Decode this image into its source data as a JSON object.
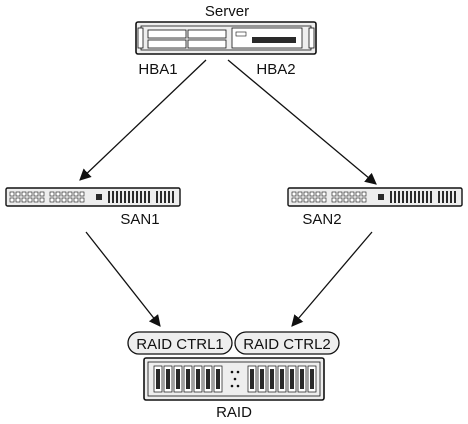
{
  "nodes": {
    "server": {
      "label": "Server"
    },
    "hba1": {
      "label": "HBA1"
    },
    "hba2": {
      "label": "HBA2"
    },
    "san1": {
      "label": "SAN1"
    },
    "san2": {
      "label": "SAN2"
    },
    "raid_ctrl1": {
      "label": "RAID CTRL1"
    },
    "raid_ctrl2": {
      "label": "RAID CTRL2"
    },
    "raid": {
      "label": "RAID"
    }
  },
  "edges": [
    {
      "from": "HBA1",
      "to": "SAN1"
    },
    {
      "from": "HBA2",
      "to": "SAN2"
    },
    {
      "from": "SAN1",
      "to": "RAID CTRL1"
    },
    {
      "from": "SAN2",
      "to": "RAID CTRL2"
    }
  ],
  "colors": {
    "stroke": "#111111",
    "device_fill": "#eeeeee",
    "port_fill": "#d9d9d9",
    "dark": "#2a2a2a"
  }
}
